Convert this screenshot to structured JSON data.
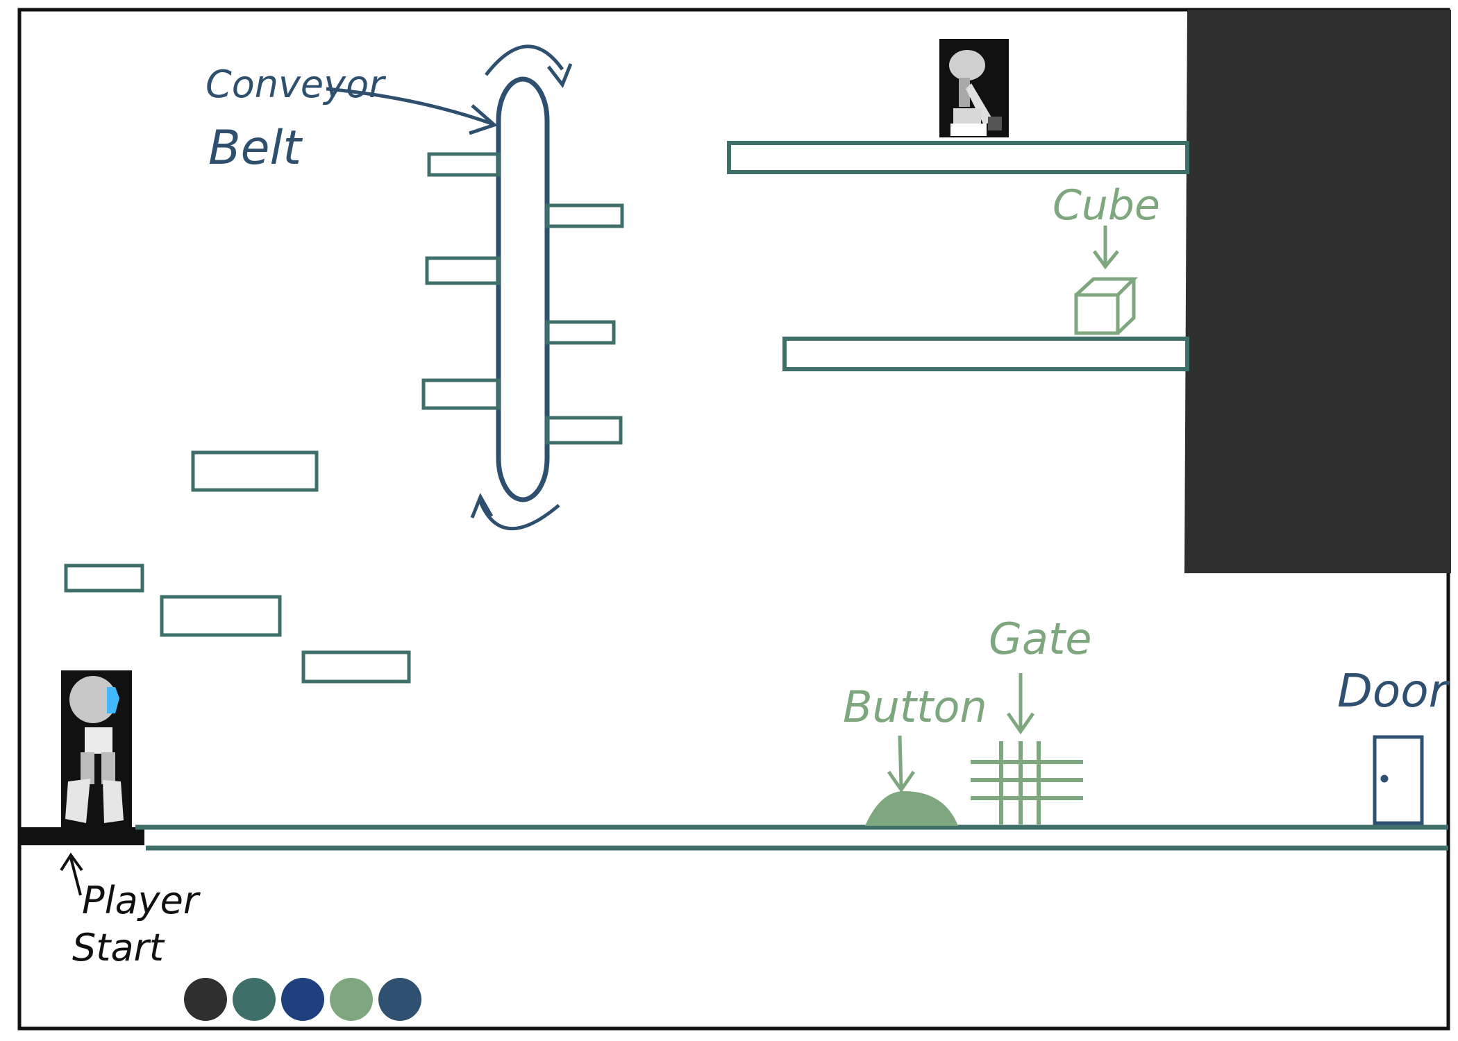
{
  "labels": {
    "conveyor_line1": "Conveyor",
    "conveyor_line2": "Belt",
    "cube": "Cube",
    "button": "Button",
    "gate": "Gate",
    "door": "Door",
    "player_line1": "Player",
    "player_line2": "Start"
  },
  "palette": {
    "swatches": [
      "#2f2f2f",
      "#3f6f6b",
      "#1f3f7f",
      "#7fa77f",
      "#2f5070"
    ]
  },
  "colors": {
    "platform_stroke": "#3f6f6b",
    "conveyor_stroke": "#2f4f6f",
    "annotation_blue": "#2f4f6f",
    "annotation_green": "#7fa77f",
    "wall_fill": "#2f2f2f",
    "ink": "#111111"
  },
  "icons": {
    "player": "robot-player-icon",
    "enemy": "robot-enemy-icon",
    "cube": "cube-icon",
    "button": "pressure-button-icon",
    "gate": "gate-icon",
    "door": "door-icon"
  }
}
